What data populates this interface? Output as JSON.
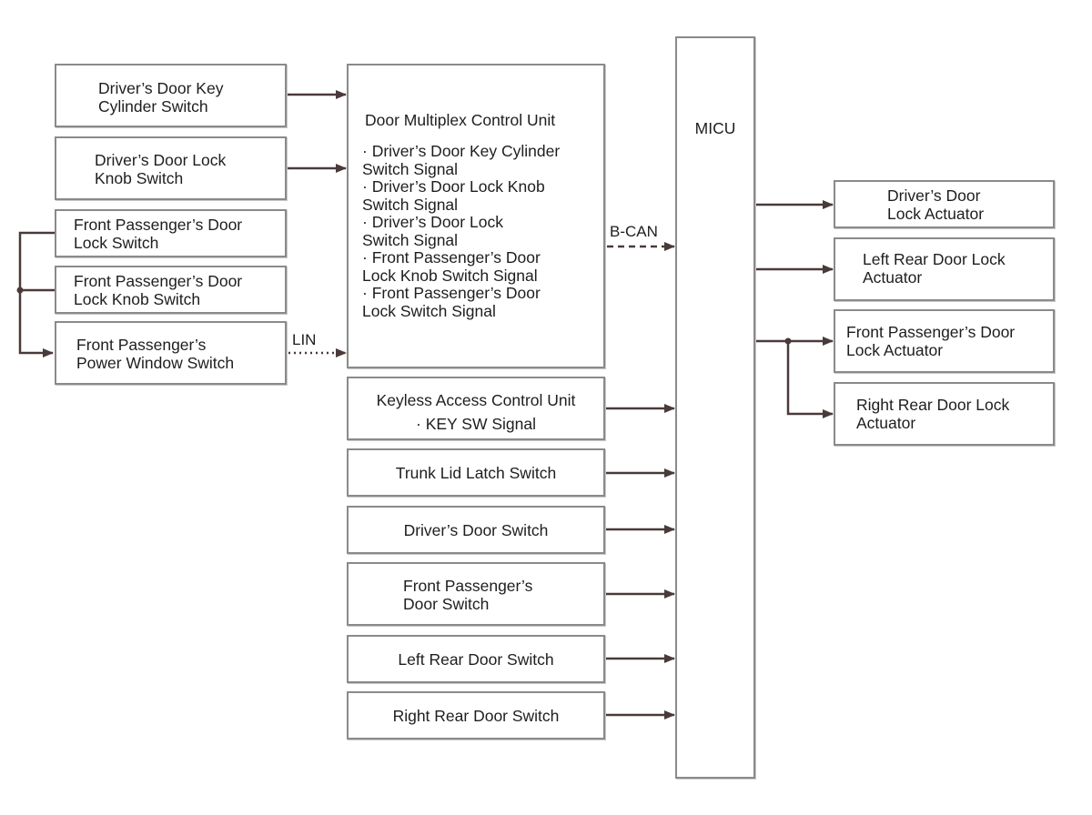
{
  "inputs_left": {
    "key_cylinder": "Driver’s Door Key\nCylinder Switch",
    "lock_knob": "Driver’s Door Lock\nKnob Switch",
    "fp_lock_switch": "Front Passenger’s Door\nLock Switch",
    "fp_lock_knob": "Front Passenger’s Door\nLock Knob Switch",
    "fp_power_window": "Front Passenger’s\nPower Window Switch"
  },
  "dmcu": {
    "title": "Door Multiplex Control Unit",
    "signals": [
      "· Driver’s Door Key Cylinder\nSwitch Signal",
      "· Driver’s Door Lock Knob\nSwitch Signal",
      "· Driver’s Door Lock\nSwitch Signal",
      "· Front Passenger’s Door\nLock Knob Switch Signal",
      "· Front Passenger’s Door\nLock Switch Signal"
    ]
  },
  "keyless": {
    "title": "Keyless Access Control Unit",
    "signal": "· KEY SW Signal"
  },
  "inputs_center": {
    "trunk": "Trunk Lid Latch Switch",
    "driver_door": "Driver’s Door Switch",
    "fp_door": "Front Passenger’s\nDoor Switch",
    "left_rear": "Left Rear Door Switch",
    "right_rear": "Right Rear Door Switch"
  },
  "micu": {
    "label": "MICU"
  },
  "outputs": {
    "driver_actuator": "Driver’s Door\nLock Actuator",
    "left_rear_actuator": "Left Rear Door Lock\nActuator",
    "fp_actuator": "Front Passenger’s Door\nLock Actuator",
    "right_rear_actuator": "Right Rear Door Lock\nActuator"
  },
  "buses": {
    "lin": "LIN",
    "bcan": "B-CAN"
  },
  "colors": {
    "box_border": "#8a8a8a",
    "wire": "#4a3a3a",
    "text": "#1e1e1e"
  }
}
